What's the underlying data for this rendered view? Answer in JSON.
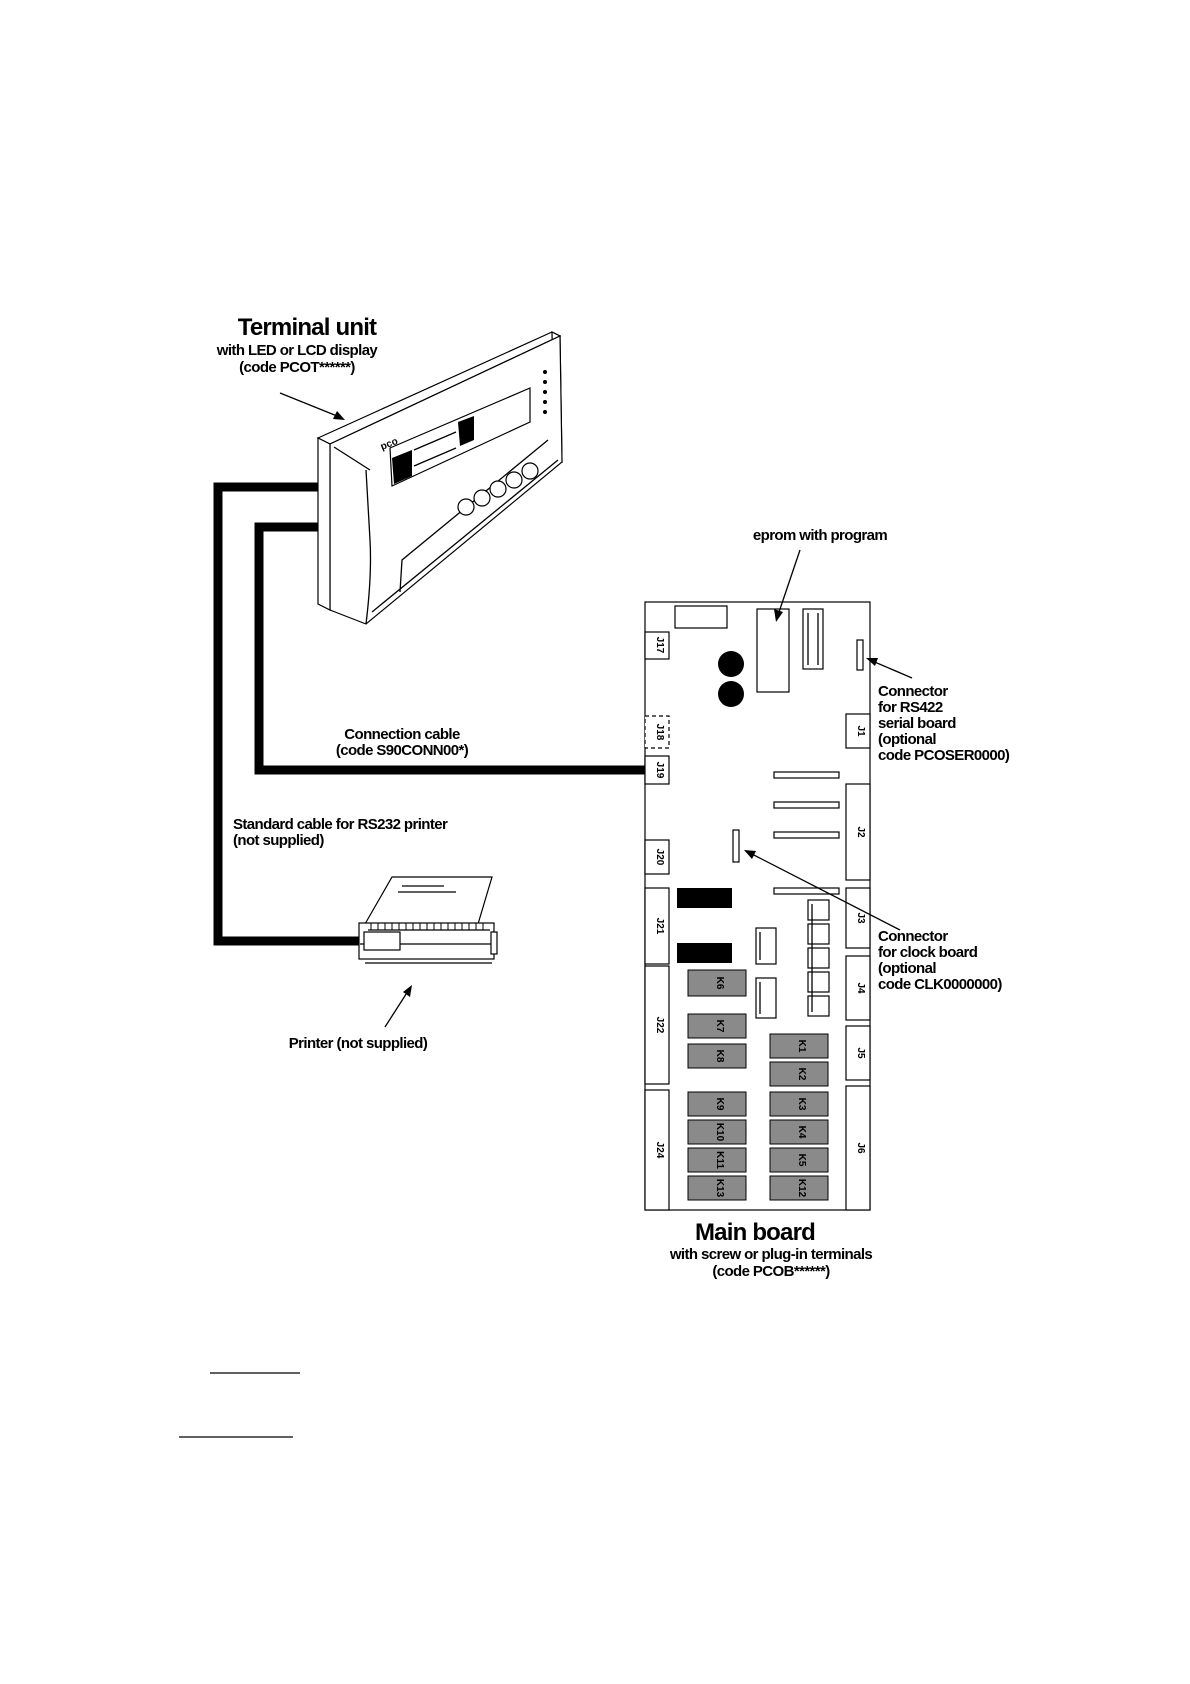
{
  "terminal_unit": {
    "title": "Terminal unit",
    "line1": "with LED or LCD display",
    "line2": "(code PCOT******)",
    "brand": "pco"
  },
  "eprom": {
    "label": "eprom with program"
  },
  "rs422": {
    "line1": "Connector",
    "line2": "for RS422",
    "line3": "serial board",
    "line4": "(optional",
    "line5": "code PCOSER0000)"
  },
  "connection_cable": {
    "line1": "Connection cable",
    "line2": "(code S90CONN00*)"
  },
  "printer_cable": {
    "line1": "Standard cable for RS232 printer",
    "line2": "(not supplied)"
  },
  "clock": {
    "line1": "Connector",
    "line2": "for clock board",
    "line3": "(optional",
    "line4": "code CLK0000000)"
  },
  "printer": {
    "label": "Printer (not supplied)"
  },
  "main_board": {
    "title": "Main board",
    "line1": "with screw or plug-in terminals",
    "line2": "(code PCOB******)",
    "connectors": {
      "j17": "J17",
      "j18": "J18",
      "j19": "J19",
      "j20": "J20",
      "j21": "J21",
      "j22": "J22",
      "j24": "J24",
      "j1": "J1",
      "j2": "J2",
      "j3": "J3",
      "j4": "J4",
      "j5": "J5",
      "j6": "J6"
    },
    "relays": {
      "k6": "K6",
      "k7": "K7",
      "k8": "K8",
      "k9": "K9",
      "k10": "K10",
      "k11": "K11",
      "k13": "K13",
      "k1": "K1",
      "k2": "K2",
      "k3": "K3",
      "k4": "K4",
      "k5": "K5",
      "k12": "K12"
    }
  }
}
